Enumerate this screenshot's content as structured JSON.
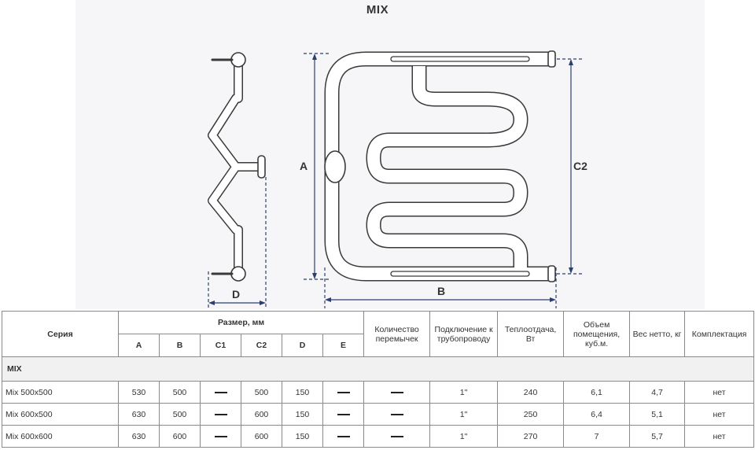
{
  "diagram": {
    "title": "MIX",
    "labels": {
      "a": "A",
      "b": "B",
      "c2": "C2",
      "d": "D"
    }
  },
  "table": {
    "header": {
      "series": "Серия",
      "size_group": "Размер, мм",
      "size_cols": [
        "A",
        "B",
        "C1",
        "C2",
        "D",
        "E"
      ],
      "jumpers": "Количество перемычек",
      "connection": "Подключение к трубопроводу",
      "heat_output": "Теплоотдача, Вт",
      "room_volume": "Объем помещения, куб.м.",
      "net_weight": "Вес нетто, кг",
      "kit": "Комплектация"
    },
    "group": "MIX",
    "rows": [
      {
        "series": "Mix 500x500",
        "a": "530",
        "b": "500",
        "c1": "—",
        "c2": "500",
        "d": "150",
        "e": "—",
        "jumpers": "—",
        "connection": "1\"",
        "heat": "240",
        "volume": "6,1",
        "weight": "4,7",
        "kit": "нет"
      },
      {
        "series": "Mix 600x500",
        "a": "630",
        "b": "500",
        "c1": "—",
        "c2": "600",
        "d": "150",
        "e": "—",
        "jumpers": "—",
        "connection": "1\"",
        "heat": "250",
        "volume": "6,4",
        "weight": "5,1",
        "kit": "нет"
      },
      {
        "series": "Mix 600x600",
        "a": "630",
        "b": "600",
        "c1": "—",
        "c2": "600",
        "d": "150",
        "e": "—",
        "jumpers": "—",
        "connection": "1\"",
        "heat": "270",
        "volume": "7",
        "weight": "5,7",
        "kit": "нет"
      }
    ]
  },
  "colors": {
    "dimension": "#2b3f6e",
    "pipe_outline": "#3a3a3a",
    "pipe_fill": "#ffffff"
  }
}
